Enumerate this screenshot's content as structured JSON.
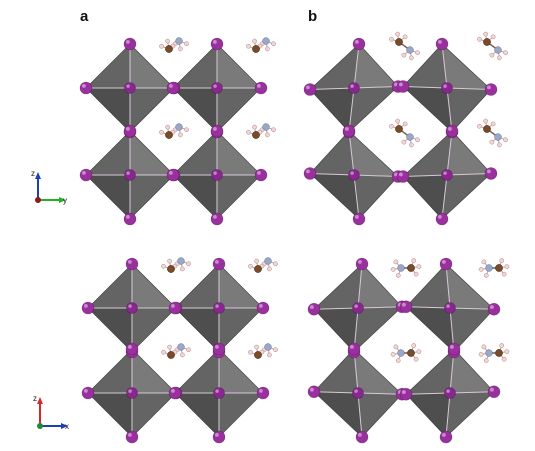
{
  "panel_labels": {
    "a": "a",
    "b": "b"
  },
  "axes": {
    "upper": {
      "vertical": "z",
      "horizontal": "y"
    },
    "lower": {
      "vertical": "z",
      "horizontal": "x"
    }
  },
  "colors": {
    "octahedron_dark": "#4e4e4e",
    "octahedron_mid": "#646464",
    "octahedron_light": "#7a7a7a",
    "iodine": "#9a2f9e",
    "lead": "#8a268f",
    "carbon": "#7b4a26",
    "nitrogen": "#9aa8c8",
    "hydrogen": "#f0d6d6",
    "axis_z": "#1f3fb8",
    "axis_y": "#22b322",
    "axis_x": "#d62828",
    "origin": "#8b1a1a"
  },
  "lattice": {
    "upper_left": {
      "columns": [
        130,
        217
      ],
      "rows": [
        88,
        175
      ]
    },
    "upper_right": {
      "columns": [
        354,
        447
      ],
      "rows": [
        88,
        175
      ]
    },
    "lower_left": {
      "columns": [
        132,
        219
      ],
      "rows": [
        308,
        393
      ]
    },
    "lower_right": {
      "columns": [
        358,
        450
      ],
      "rows": [
        308,
        393
      ]
    }
  },
  "molecules": {
    "upper_left": [
      [
        174,
        45,
        "a"
      ],
      [
        261,
        45,
        "a"
      ],
      [
        174,
        131,
        "a"
      ],
      [
        261,
        131,
        "a"
      ]
    ],
    "upper_right": [
      [
        404,
        46,
        "b"
      ],
      [
        492,
        46,
        "b"
      ],
      [
        404,
        133,
        "b"
      ],
      [
        492,
        133,
        "b"
      ]
    ],
    "lower_left": [
      [
        176,
        265,
        "a"
      ],
      [
        263,
        265,
        "a"
      ],
      [
        176,
        351,
        "a"
      ],
      [
        263,
        351,
        "a"
      ]
    ],
    "lower_right": [
      [
        406,
        268,
        "c"
      ],
      [
        494,
        268,
        "c"
      ],
      [
        406,
        353,
        "c"
      ],
      [
        494,
        353,
        "c"
      ]
    ]
  }
}
